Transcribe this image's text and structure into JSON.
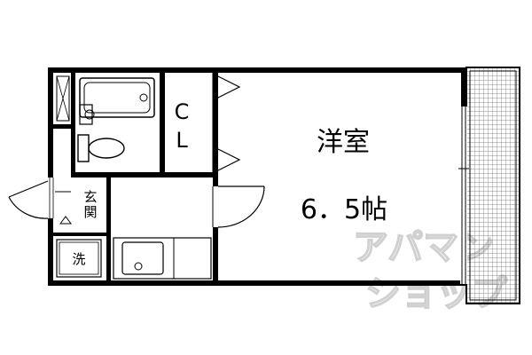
{
  "rooms": {
    "western_room_label": "洋室",
    "western_room_size": "6．5帖",
    "closet_letter_1": "C",
    "closet_letter_2": "L",
    "entrance_char_1": "玄",
    "entrance_char_2": "関",
    "washer_label": "洗"
  },
  "watermark": {
    "line1": "アパマン",
    "line2": "ショップ"
  },
  "colors": {
    "wall": "#000000",
    "balcony_grid": "#555555",
    "watermark_outline": "#d0d0d0"
  }
}
